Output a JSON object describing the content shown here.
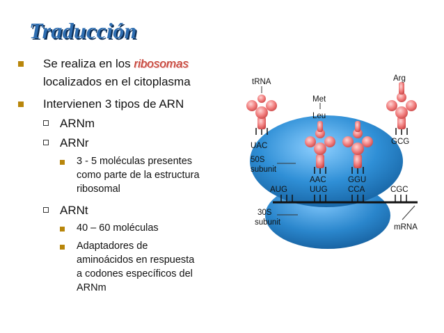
{
  "title": "Traducción",
  "bullets": {
    "b1_prefix": "Se realiza en los ",
    "b1_highlight": "ribosomas",
    "b1_line2": "localizados en el citoplasma",
    "b2": "Intervienen 3 tipos de ARN",
    "arnm": "ARNm",
    "arnr": "ARNr",
    "arnr_detail": [
      "3 - 5 moléculas presentes",
      "como parte de la estructura",
      "ribosomal"
    ],
    "arnt": "ARNt",
    "arnt_detail1": "40 – 60 moléculas",
    "arnt_detail2": [
      "Adaptadores de",
      "aminoácidos en respuesta",
      "a codones específicos del",
      "ARNm"
    ]
  },
  "diagram": {
    "trna": "tRNA",
    "arg": "Arg",
    "met": "Met",
    "leu": "Leu",
    "uac": "UAC",
    "gcg": "GCG",
    "s50": "50S",
    "s50_sub": "subunit",
    "aac": "AAC",
    "uug": "UUG",
    "ggu": "GGU",
    "cca": "CCA",
    "aug": "AUG",
    "cgc": "CGC",
    "s30": "30S",
    "s30_sub": "subunit",
    "mrna": "mRNA"
  },
  "colors": {
    "title": "#2e6db0",
    "bullet": "#b8860b",
    "highlight": "#c0392b",
    "ribosome": "#2f8fd6",
    "trna": "#f07a7a"
  }
}
